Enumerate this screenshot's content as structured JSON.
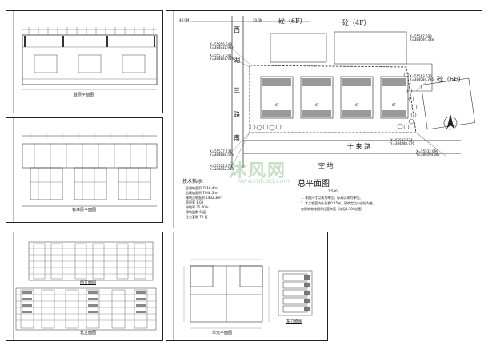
{
  "sheets": {
    "ground_plan": {
      "caption": "首层平面图"
    },
    "std_plan": {
      "caption": "标准层平面图"
    },
    "elevations": {
      "caption_front": "南立面图",
      "caption_back": "北立面图"
    },
    "sections": {
      "caption_a": "单元平面图",
      "caption_b": "东立面图"
    },
    "site_plan": {
      "dim_left": "40.0M",
      "dim_mid": "20.0M",
      "road_west": [
        "西",
        "湖",
        "三",
        "路",
        "南"
      ],
      "road_south": "十  来  路",
      "block_6f_top": "砼（6F）",
      "block_4f": "砼（4F）",
      "block_6f_right": "砼（6F）",
      "building_label": "6F",
      "open_space": "空    地",
      "coord_tl": "X=55856.548\nY=384831.987",
      "coord_l": "X=55577.541\nY=384861.954",
      "coord_bl": "X=55527.734\nY=384888.576",
      "coord_b": "X=55522.276\nY=384882.258",
      "coord_tr": "X=55567.609\nY=384094.348",
      "coord_r": "X=55563.536\nY=384084.786",
      "coord_br1": "X=55532.734\nY=384888.776",
      "coord_br2": "X=55532.699\nY=384094.567",
      "tech_title": "技术指标:",
      "tech_rows": [
        "总用地面积  7918.4m²",
        "总建筑面积  7948.3m²",
        "建筑占地面积  1432.3m²",
        "容积率  1.00",
        "绿地率  35.00%",
        "建筑层数  6 层",
        "住宅套数  72 套"
      ],
      "title": "总平面图",
      "scale": "1:500",
      "notes": [
        "1. 本图尺寸以米为单位，标高以米为单位。",
        "2. 本工程室内外高差0.45米，建筑定位以坐标为准。",
        "   各建筑物按图示位置布置（详见1:500总图）"
      ]
    }
  },
  "watermark": {
    "main": "沐风网",
    "sub": "www.mfcad.com"
  }
}
